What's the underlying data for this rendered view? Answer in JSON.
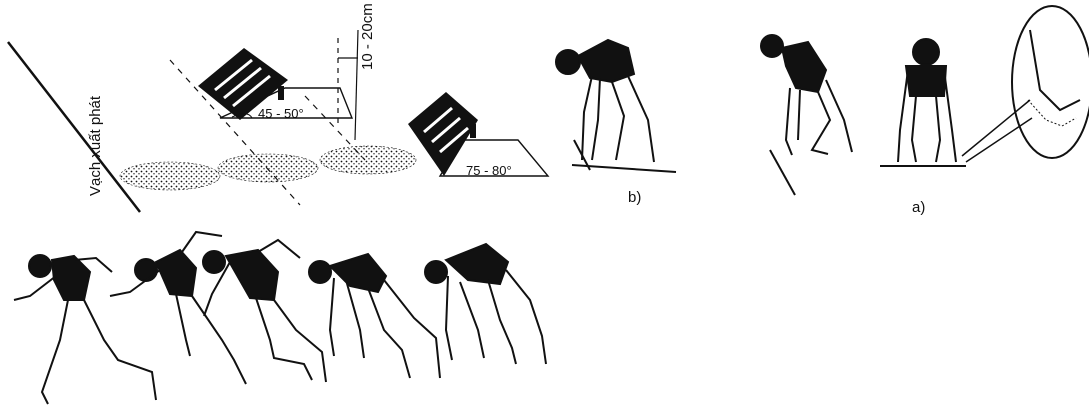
{
  "labels": {
    "start_line": "Vạch xuất phát",
    "distance": "10 - 20cm",
    "angle_front": "45 - 50°",
    "angle_rear": "75 - 80°",
    "figure_b": "b)",
    "figure_a": "a)"
  },
  "colors": {
    "ink": "#111111",
    "background": "#ffffff"
  },
  "icons": {
    "block_front": "starting-block-icon",
    "block_rear": "starting-block-icon",
    "footprint": "footprint-icon",
    "runner": "runner-icon"
  }
}
